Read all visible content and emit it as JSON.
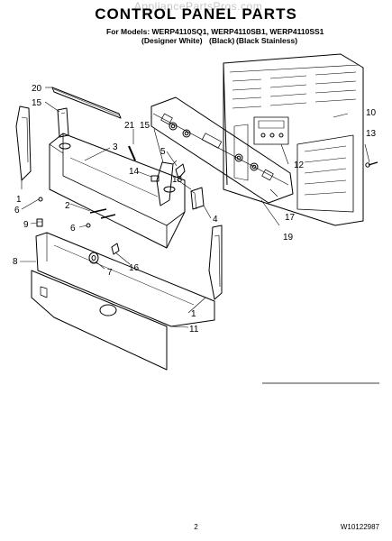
{
  "watermark": "AppliancePartsPros.com",
  "title": "CONTROL PANEL PARTS",
  "models_line": "For Models: WERP4110SQ1, WERP4110SB1, WERP4110SS1",
  "variants": [
    "(Designer White)",
    "(Black)",
    "(Black Stainless)"
  ],
  "callouts": [
    "20",
    "15",
    "21",
    "3",
    "15",
    "5",
    "14",
    "18",
    "1",
    "6",
    "2",
    "9",
    "6",
    "8",
    "7",
    "16",
    "4",
    "1",
    "11",
    "10",
    "13",
    "12",
    "17",
    "19"
  ],
  "footer": {
    "page_number": "2",
    "doc_number": "W10122987"
  }
}
